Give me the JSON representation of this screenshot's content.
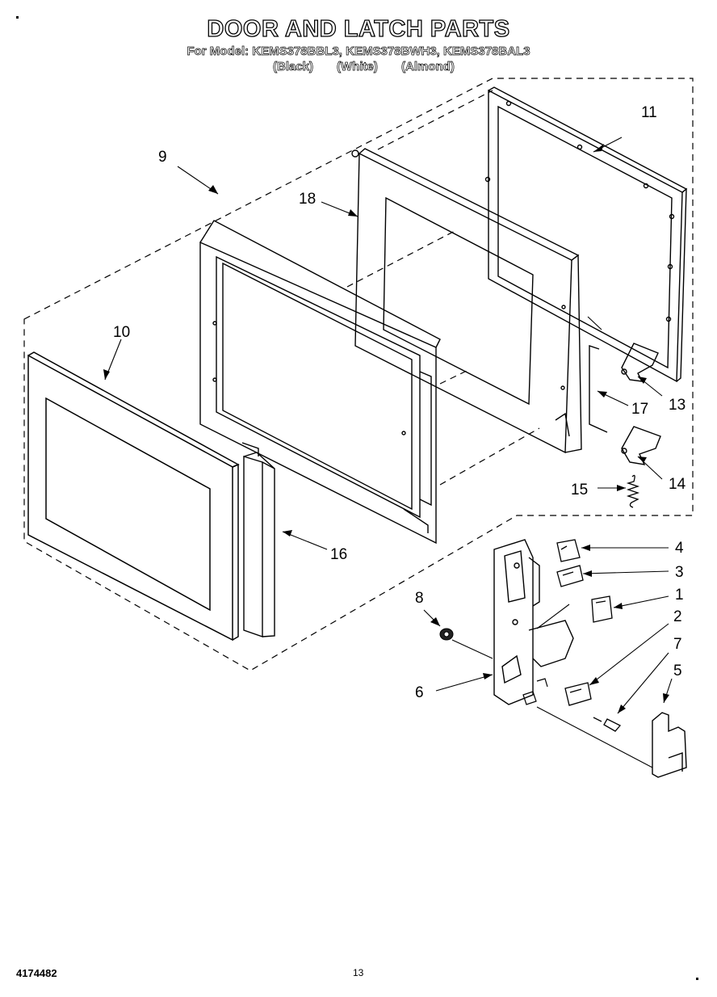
{
  "header": {
    "title": "DOOR AND LATCH PARTS",
    "model_line": "For Model: KEMS378BBL3, KEMS378BWH3, KEMS378BAL3",
    "variants": [
      "(Black)",
      "(White)",
      "(Almond)"
    ]
  },
  "footer": {
    "document_number": "4174482",
    "page_number": "13"
  },
  "callouts": {
    "c1": "1",
    "c2": "2",
    "c3": "3",
    "c4": "4",
    "c5": "5",
    "c6": "6",
    "c7": "7",
    "c8": "8",
    "c9": "9",
    "c10": "10",
    "c11": "11",
    "c13": "13",
    "c14": "14",
    "c15": "15",
    "c16": "16",
    "c17": "17",
    "c18": "18"
  }
}
